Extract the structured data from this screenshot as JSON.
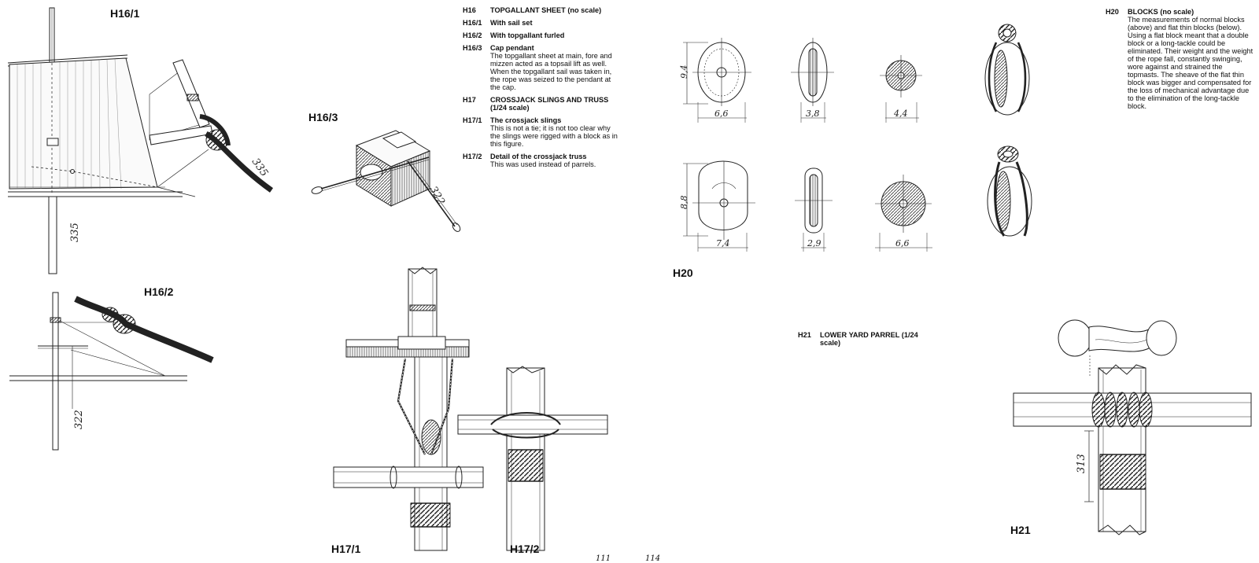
{
  "figures": {
    "h16_1": "H16/1",
    "h16_2": "H16/2",
    "h16_3": "H16/3",
    "h17_1": "H17/1",
    "h17_2": "H17/2",
    "h20": "H20",
    "h21": "H21"
  },
  "legend_h16_h17": [
    {
      "code": "H16",
      "title": "TOPGALLANT SHEET (no scale)",
      "desc": ""
    },
    {
      "code": "H16/1",
      "title": "With sail set",
      "desc": ""
    },
    {
      "code": "H16/2",
      "title": "With topgallant furled",
      "desc": ""
    },
    {
      "code": "H16/3",
      "title": "Cap pendant",
      "desc": "The topgallant sheet at main, fore and mizzen acted as a topsail lift as well. When the topgallant sail was taken in, the rope was seized to the pendant at the cap."
    },
    {
      "code": "H17",
      "title": "CROSSJACK SLINGS AND TRUSS (1/24 scale)",
      "desc": ""
    },
    {
      "code": "H17/1",
      "title": "The crossjack slings",
      "desc": "This is not a tie; it is not too clear why the slings were rigged with a block as in this figure."
    },
    {
      "code": "H17/2",
      "title": "Detail of the crossjack truss",
      "desc": "This was used instead of parrels."
    }
  ],
  "legend_h20": {
    "code": "H20",
    "title": "BLOCKS (no scale)",
    "desc": "The measurements of normal blocks (above) and flat thin blocks (below). Using a flat block meant that a double block or a long-tackle could be eliminated. Their weight and the weight of the rope fall, constantly swinging, wore against and strained the topmasts. The sheave of the flat thin block was bigger and compensated for the loss of mechanical advantage due to the elimination of the long-tackle block."
  },
  "legend_h21": {
    "code": "H21",
    "title": "LOWER YARD PARREL (1/24 scale)"
  },
  "dimensions": {
    "h16_1_mast": "335",
    "h16_1_rope": "335",
    "h16_2_mast": "322",
    "h16_3_rope": "322",
    "h20_top_height": "9,4",
    "h20_top_width": "6,6",
    "h20_top_side": "3,8",
    "h20_top_sheave": "4,4",
    "h20_bottom_height": "8,8",
    "h20_bottom_width": "7,4",
    "h20_bottom_side": "2,9",
    "h20_bottom_sheave": "6,6",
    "h21_length": "313"
  },
  "page_numbers": {
    "left": "111",
    "right": "114"
  }
}
